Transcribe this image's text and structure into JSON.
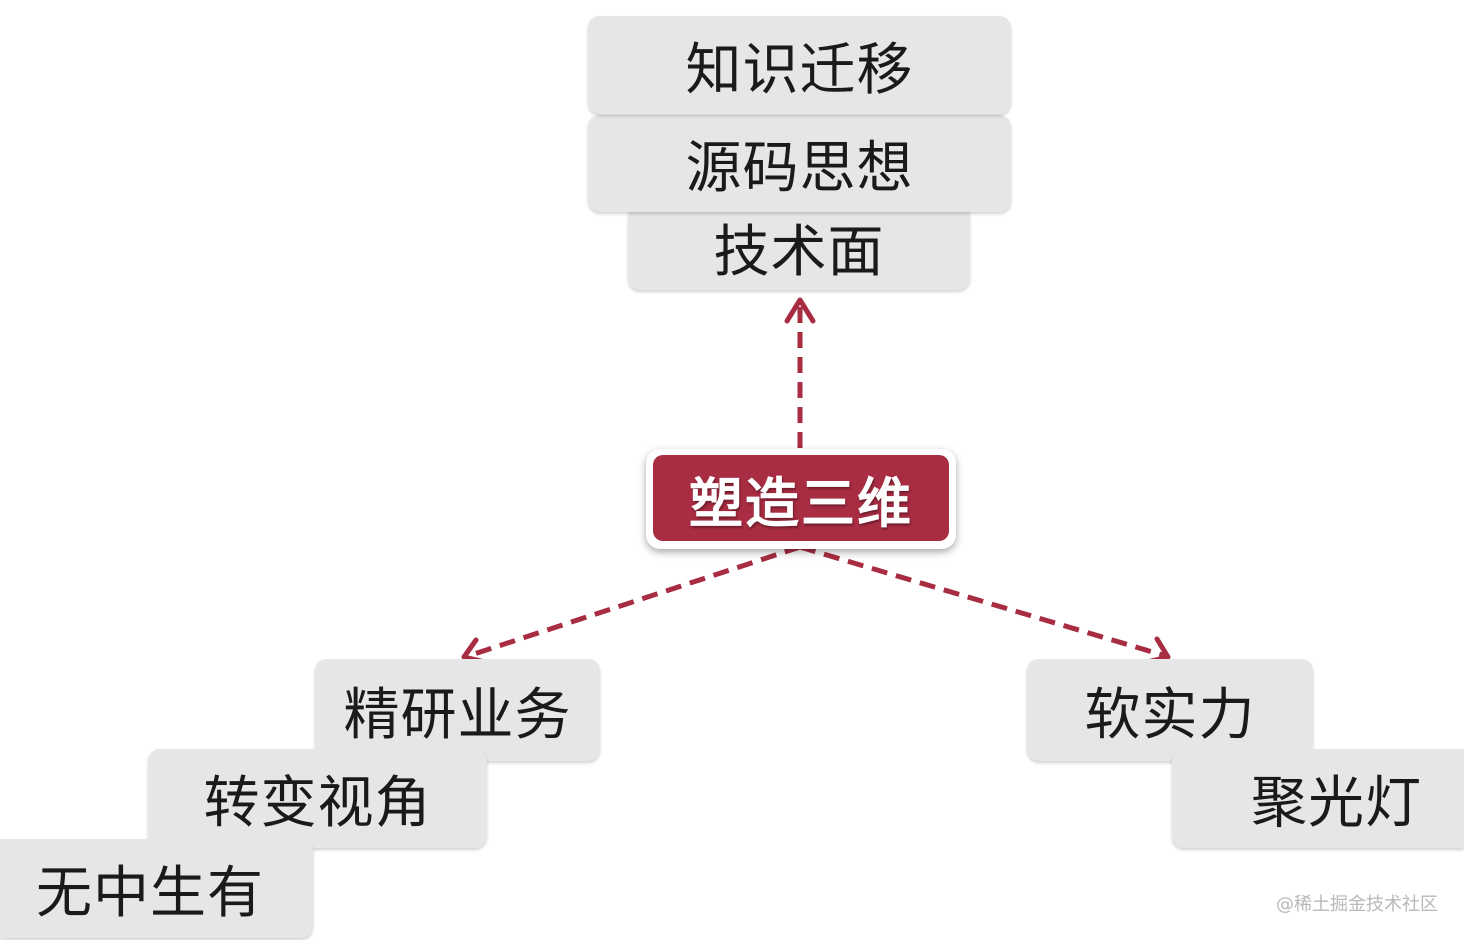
{
  "center": {
    "label": "塑造三维"
  },
  "top_branch": {
    "items": [
      {
        "label": "知识迁移"
      },
      {
        "label": "源码思想"
      },
      {
        "label": "技术面"
      }
    ]
  },
  "left_branch": {
    "items": [
      {
        "label": "精研业务"
      },
      {
        "label": "转变视角"
      },
      {
        "label": "无中生有"
      }
    ]
  },
  "right_branch": {
    "items": [
      {
        "label": "软实力"
      },
      {
        "label": "聚光灯"
      }
    ]
  },
  "colors": {
    "accent": "#a82c42",
    "box_fill": "#e6e6e6",
    "text": "#1a1a1a"
  },
  "watermark": {
    "text": "@稀土掘金技术社区"
  }
}
